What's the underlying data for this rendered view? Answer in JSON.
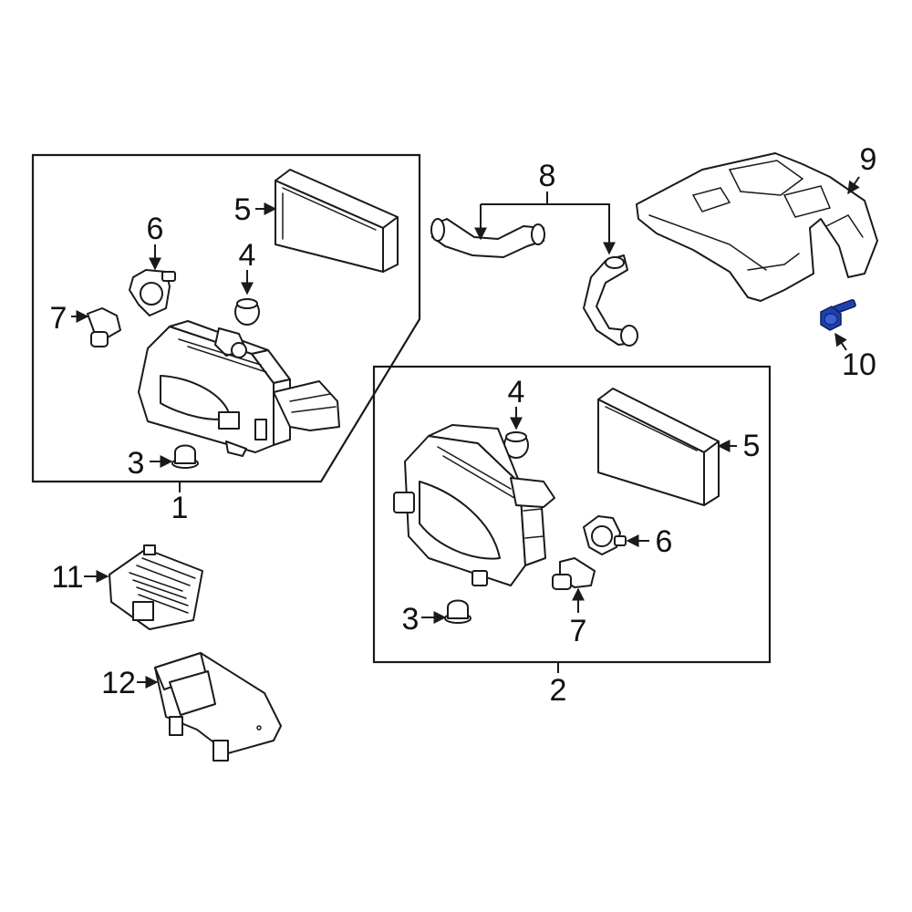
{
  "highlight_color": "#1e40af",
  "line_color": "#1a1a1a",
  "callouts": {
    "group1": "1",
    "group2": "2",
    "g1_3": "3",
    "g1_4": "4",
    "g1_5": "5",
    "g1_6": "6",
    "g1_7": "7",
    "g2_3": "3",
    "g2_4": "4",
    "g2_5": "5",
    "g2_6": "6",
    "g2_7": "7",
    "hose": "8",
    "cover": "9",
    "bolt": "10",
    "duct11": "11",
    "duct12": "12"
  }
}
